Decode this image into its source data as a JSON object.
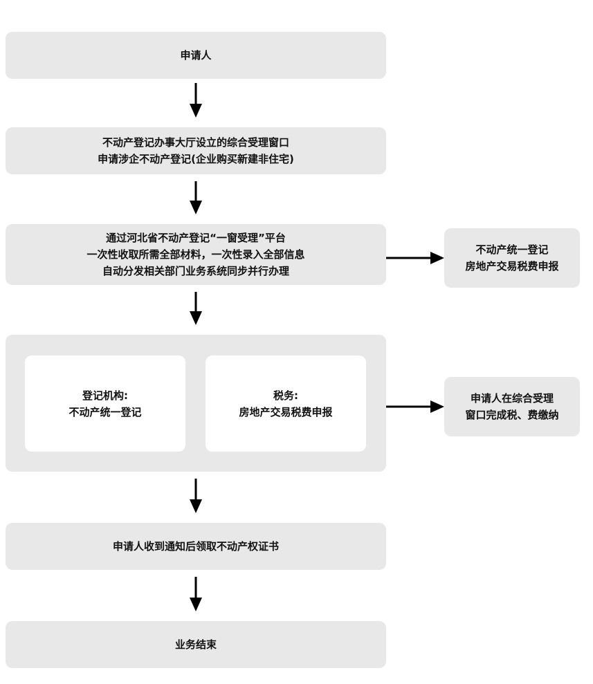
{
  "flow": {
    "applicant": "申请人",
    "window": [
      "不动产登记办事大厅设立的综合受理窗口",
      "申请涉企不动产登记(企业购买新建非住宅)"
    ],
    "platform": [
      "通过河北省不动产登记“一窗受理”平台",
      "一次性收取所需全部材料，一次性录入全部信息",
      "自动分发相关部门业务系统同步并行办理"
    ],
    "side_top": [
      "不动产统一登记",
      "房地产交易税费申报"
    ],
    "registry": [
      "登记机构:",
      "不动产统一登记"
    ],
    "tax": [
      "税务:",
      "房地产交易税费申报"
    ],
    "side_bottom": [
      "申请人在综合受理",
      "窗口完成税、费缴纳"
    ],
    "collect": "申请人收到通知后领取不动产权证书",
    "end": "业务结束"
  }
}
